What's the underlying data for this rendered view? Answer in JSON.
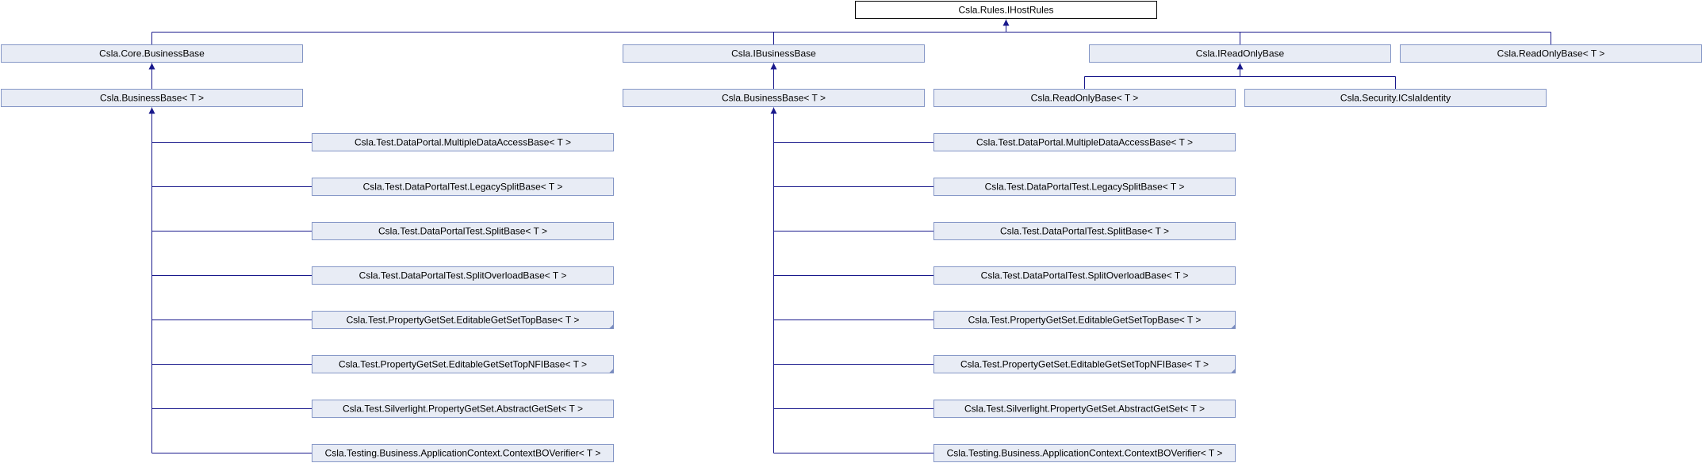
{
  "diagram": {
    "root": {
      "id": "ihostrules",
      "label": "Csla.Rules.IHostRules"
    },
    "nodes": [
      {
        "id": "core_bb",
        "label": "Csla.Core.BusinessBase",
        "parent": "ihostrules"
      },
      {
        "id": "ibb",
        "label": "Csla.IBusinessBase",
        "parent": "ihostrules"
      },
      {
        "id": "irob",
        "label": "Csla.IReadOnlyBase",
        "parent": "ihostrules"
      },
      {
        "id": "rob_top",
        "label": "Csla.ReadOnlyBase< T >",
        "parent": "ihostrules"
      },
      {
        "id": "bb1",
        "label": "Csla.BusinessBase< T >",
        "parent": "core_bb"
      },
      {
        "id": "bb2",
        "label": "Csla.BusinessBase< T >",
        "parent": "ibb"
      },
      {
        "id": "rob2",
        "label": "Csla.ReadOnlyBase< T >",
        "parent": "irob"
      },
      {
        "id": "icslaid",
        "label": "Csla.Security.ICslaIdentity",
        "parent": "irob"
      }
    ],
    "children_left": [
      {
        "label": "Csla.Test.DataPortal.MultipleDataAccessBase< T >",
        "folded": false
      },
      {
        "label": "Csla.Test.DataPortalTest.LegacySplitBase< T >",
        "folded": false
      },
      {
        "label": "Csla.Test.DataPortalTest.SplitBase< T >",
        "folded": false
      },
      {
        "label": "Csla.Test.DataPortalTest.SplitOverloadBase< T >",
        "folded": false
      },
      {
        "label": "Csla.Test.PropertyGetSet.EditableGetSetTopBase< T >",
        "folded": true
      },
      {
        "label": "Csla.Test.PropertyGetSet.EditableGetSetTopNFIBase< T >",
        "folded": true
      },
      {
        "label": "Csla.Test.Silverlight.PropertyGetSet.AbstractGetSet< T >",
        "folded": false
      },
      {
        "label": "Csla.Testing.Business.ApplicationContext.ContextBOVerifier< T >",
        "folded": false
      }
    ],
    "children_right": [
      {
        "label": "Csla.Test.DataPortal.MultipleDataAccessBase< T >",
        "folded": false
      },
      {
        "label": "Csla.Test.DataPortalTest.LegacySplitBase< T >",
        "folded": false
      },
      {
        "label": "Csla.Test.DataPortalTest.SplitBase< T >",
        "folded": false
      },
      {
        "label": "Csla.Test.DataPortalTest.SplitOverloadBase< T >",
        "folded": false
      },
      {
        "label": "Csla.Test.PropertyGetSet.EditableGetSetTopBase< T >",
        "folded": true
      },
      {
        "label": "Csla.Test.PropertyGetSet.EditableGetSetTopNFIBase< T >",
        "folded": true
      },
      {
        "label": "Csla.Test.Silverlight.PropertyGetSet.AbstractGetSet< T >",
        "folded": false
      },
      {
        "label": "Csla.Testing.Business.ApplicationContext.ContextBOVerifier< T >",
        "folded": false
      }
    ],
    "colors": {
      "node_fill": "#e8ecf5",
      "node_border": "#8496c6",
      "edge": "#19198c",
      "root_border": "#000000"
    }
  }
}
